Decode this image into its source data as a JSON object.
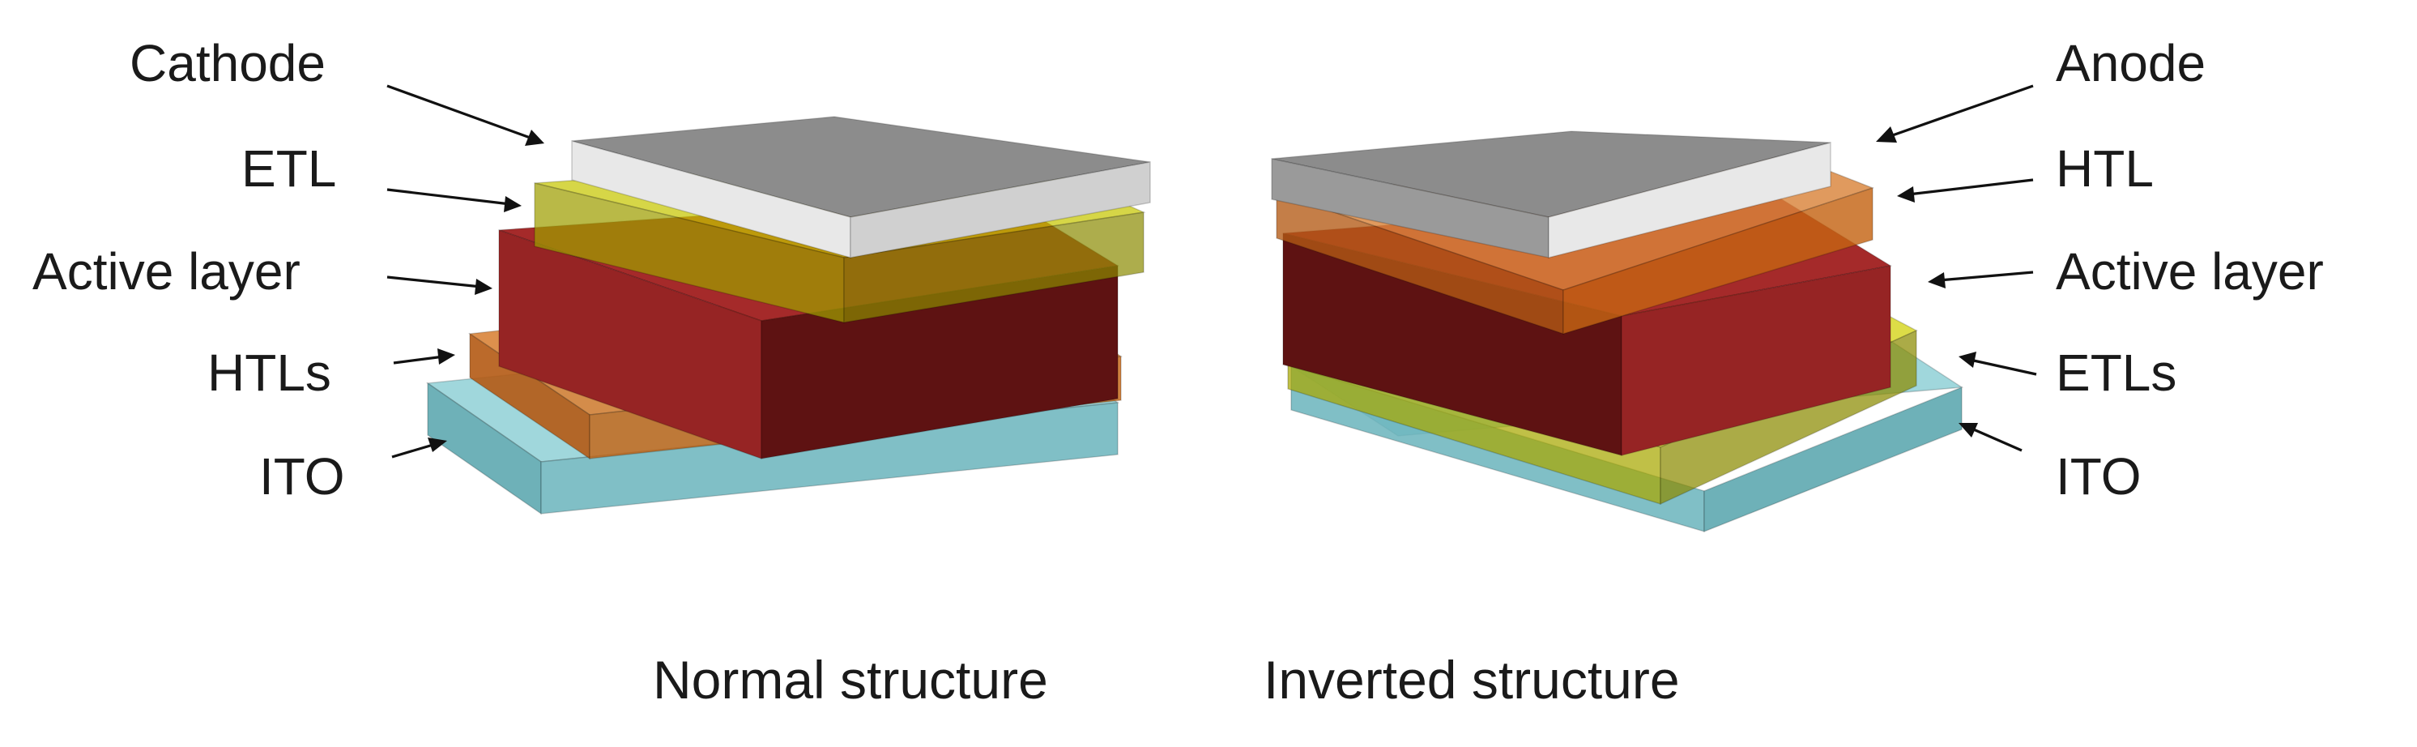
{
  "normal": {
    "caption": "Normal structure",
    "labels": {
      "cathode": "Cathode",
      "etl": "ETL",
      "active": "Active layer",
      "htls": "HTLs",
      "ito": "ITO"
    }
  },
  "inverted": {
    "caption": "Inverted structure",
    "labels": {
      "anode": "Anode",
      "htl": "HTL",
      "active": "Active layer",
      "etls": "ETLs",
      "ito": "ITO"
    }
  },
  "colors": {
    "electrode": "#8c8c8c",
    "electrode_light": "#e8e8e8",
    "etl": "#a8a800",
    "active": "#8f1f1f",
    "htl": "#c46414",
    "ito": "#6ab4bc"
  }
}
